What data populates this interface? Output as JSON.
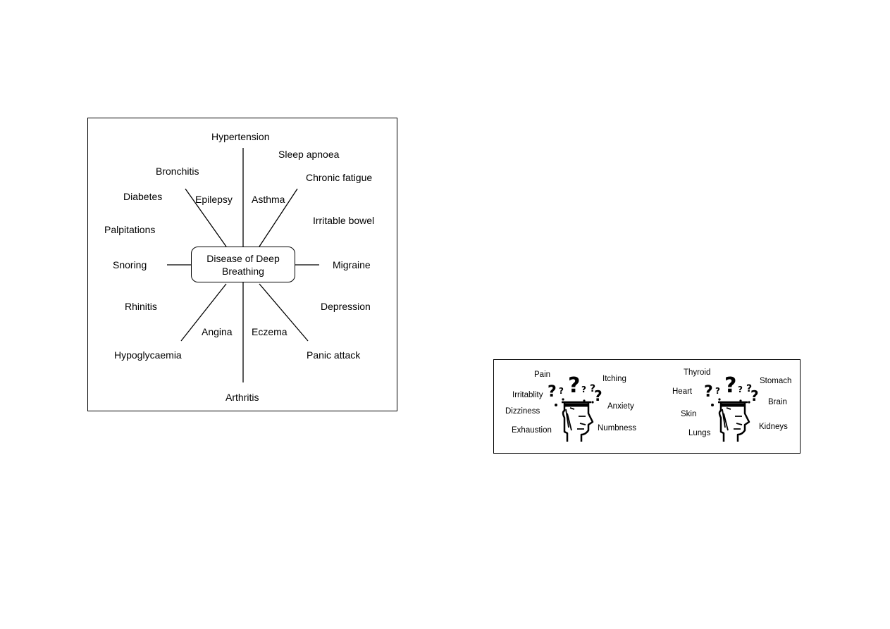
{
  "spider": {
    "center": {
      "line1": "Disease of Deep",
      "line2": "Breathing"
    },
    "hypertension": "Hypertension",
    "sleep_apnoea": "Sleep apnoea",
    "bronchitis": "Bronchitis",
    "chronic_fatigue": "Chronic fatigue",
    "diabetes": "Diabetes",
    "epilepsy": "Epilepsy",
    "asthma": "Asthma",
    "irritable_bowel": "Irritable bowel",
    "palpitations": "Palpitations",
    "snoring": "Snoring",
    "migraine": "Migraine",
    "rhinitis": "Rhinitis",
    "depression": "Depression",
    "angina": "Angina",
    "eczema": "Eczema",
    "hypoglycaemia": "Hypoglycaemia",
    "panic_attack": "Panic attack",
    "arthritis": "Arthritis"
  },
  "symptoms": {
    "left_head": {
      "pain": "Pain",
      "itching": "Itching",
      "irritablity": "Irritablity",
      "anxiety": "Anxiety",
      "dizziness": "Dizziness",
      "exhaustion": "Exhaustion",
      "numbness": "Numbness"
    },
    "right_head": {
      "thyroid": "Thyroid",
      "stomach": "Stomach",
      "heart": "Heart",
      "brain": "Brain",
      "skin": "Skin",
      "lungs": "Lungs",
      "kidneys": "Kidneys"
    }
  }
}
